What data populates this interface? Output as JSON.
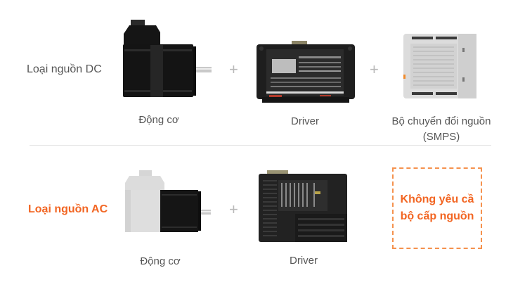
{
  "colors": {
    "accent_orange": "#f26522",
    "dashed_border": "#f5924e",
    "text_gray": "#555555",
    "plus_gray": "#b8b8b8",
    "divider": "#e2e2e2"
  },
  "dc_row": {
    "label": "Loại nguồn DC",
    "items": [
      {
        "caption": "Động cơ",
        "icon": "servo-motor-black-icon"
      },
      {
        "caption": "Driver",
        "icon": "servo-driver-dc-icon"
      },
      {
        "caption_line1": "Bộ chuyển đổi nguồn",
        "caption_line2": "(SMPS)",
        "icon": "power-supply-smps-icon"
      }
    ],
    "plus_signs": [
      "+",
      "+"
    ]
  },
  "ac_row": {
    "label": "Loại nguồn AC",
    "items": [
      {
        "caption": "Động cơ",
        "icon": "servo-motor-gray-black-icon"
      },
      {
        "caption": "Driver",
        "icon": "servo-driver-ac-icon"
      }
    ],
    "plus_signs": [
      "+"
    ],
    "note_line1": "Không yêu cầ",
    "note_line2": "bộ cấp nguồn"
  }
}
